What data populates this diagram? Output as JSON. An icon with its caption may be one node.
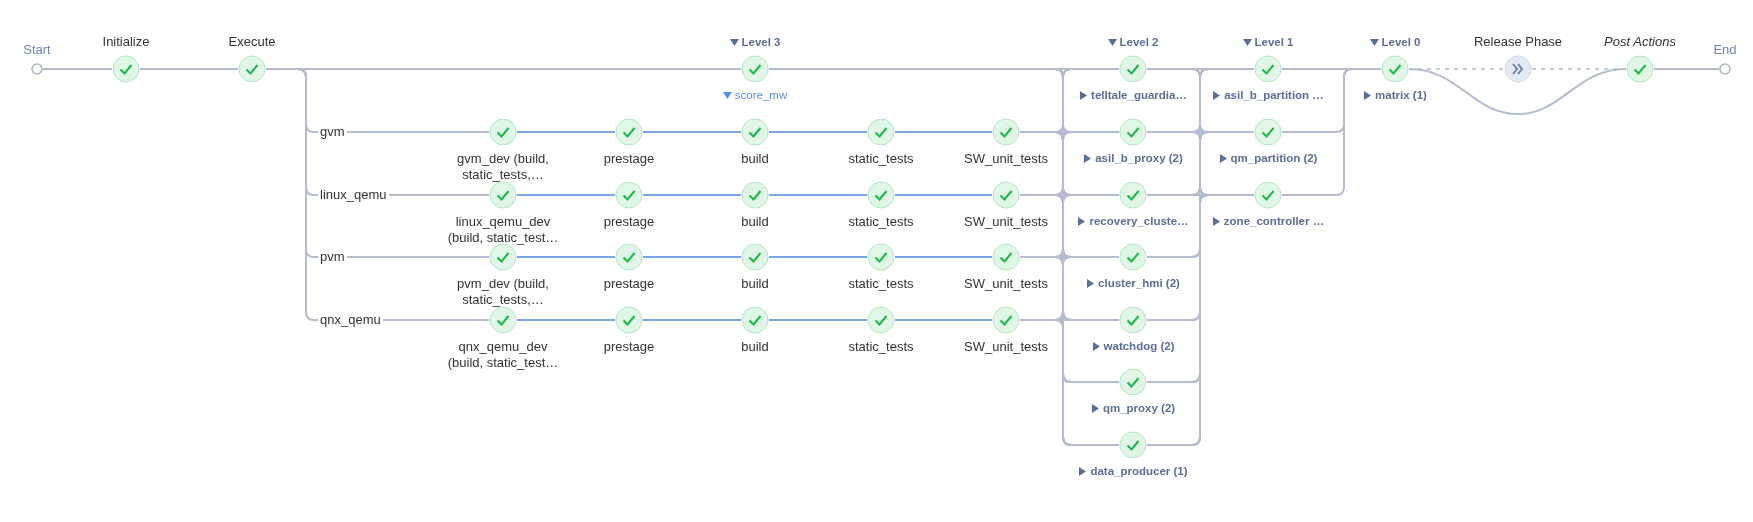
{
  "diagram": {
    "nodes": [
      {
        "text": [
          "Start"
        ]
      },
      {
        "text": [
          "Initialize"
        ]
      },
      {
        "text": [
          "Execute"
        ]
      },
      {
        "text": [
          "Level 3",
          "score_mw"
        ]
      },
      {
        "text": [
          "gvm_dev (build, static_tests,…"
        ]
      },
      {
        "text": [
          "prestage"
        ]
      },
      {
        "text": [
          "build"
        ]
      },
      {
        "text": [
          "static_tests"
        ]
      },
      {
        "text": [
          "SW_unit_tests"
        ]
      },
      {
        "text": [
          "linux_qemu_dev (build, static_test…"
        ]
      },
      {
        "text": [
          "prestage"
        ]
      },
      {
        "text": [
          "build"
        ]
      },
      {
        "text": [
          "static_tests"
        ]
      },
      {
        "text": [
          "SW_unit_tests"
        ]
      },
      {
        "text": [
          "pvm_dev (build, static_tests,…"
        ]
      },
      {
        "text": [
          "prestage"
        ]
      },
      {
        "text": [
          "build"
        ]
      },
      {
        "text": [
          "static_tests"
        ]
      },
      {
        "text": [
          "SW_unit_tests"
        ]
      },
      {
        "text": [
          "qnx_qemu_dev (build, static_test…"
        ]
      },
      {
        "text": [
          "prestage"
        ]
      },
      {
        "text": [
          "build"
        ]
      },
      {
        "text": [
          "static_tests"
        ]
      },
      {
        "text": [
          "SW_unit_tests"
        ]
      },
      {
        "text": [
          "Level 2",
          "telltale_guardia…"
        ]
      },
      {
        "text": [
          "asil_b_proxy (2)"
        ]
      },
      {
        "text": [
          "recovery_cluste…"
        ]
      },
      {
        "text": [
          "cluster_hmi (2)"
        ]
      },
      {
        "text": [
          "watchdog (2)"
        ]
      },
      {
        "text": [
          "qm_proxy (2)"
        ]
      },
      {
        "text": [
          "data_producer (1)"
        ]
      },
      {
        "text": [
          "Level 1",
          "asil_b_partition …"
        ]
      },
      {
        "text": [
          "qm_partition (2)"
        ]
      },
      {
        "text": [
          "zone_controller …"
        ]
      },
      {
        "text": [
          "Level 0",
          "matrix (1)"
        ]
      },
      {
        "text": [
          "Release Phase"
        ]
      },
      {
        "text": [
          "Post Actions"
        ]
      },
      {
        "text": [
          "End"
        ]
      }
    ],
    "edges": [
      {
        "from": 0,
        "to": 1,
        "arrow": "none"
      },
      {
        "from": 1,
        "to": 2,
        "arrow": "none"
      },
      {
        "from": 2,
        "to": 3,
        "arrow": "none"
      },
      {
        "from": 2,
        "to": 4,
        "arrow": "none",
        "label": "gvm"
      },
      {
        "from": 2,
        "to": 9,
        "arrow": "none",
        "label": "linux_qemu"
      },
      {
        "from": 2,
        "to": 14,
        "arrow": "none",
        "label": "pvm"
      },
      {
        "from": 2,
        "to": 19,
        "arrow": "none",
        "label": "qnx_qemu"
      },
      {
        "from": 4,
        "to": 5,
        "arrow": "none",
        "color": "#7da4e4"
      },
      {
        "from": 5,
        "to": 6,
        "arrow": "none",
        "color": "#7da4e4"
      },
      {
        "from": 6,
        "to": 7,
        "arrow": "none",
        "color": "#7da4e4"
      },
      {
        "from": 7,
        "to": 8,
        "arrow": "none",
        "color": "#7da4e4"
      },
      {
        "from": 9,
        "to": 10,
        "arrow": "none",
        "color": "#7da4e4"
      },
      {
        "from": 10,
        "to": 11,
        "arrow": "none",
        "color": "#7da4e4"
      },
      {
        "from": 11,
        "to": 12,
        "arrow": "none",
        "color": "#7da4e4"
      },
      {
        "from": 12,
        "to": 13,
        "arrow": "none",
        "color": "#7da4e4"
      },
      {
        "from": 14,
        "to": 15,
        "arrow": "none",
        "color": "#7da4e4"
      },
      {
        "from": 15,
        "to": 16,
        "arrow": "none",
        "color": "#7da4e4"
      },
      {
        "from": 16,
        "to": 17,
        "arrow": "none",
        "color": "#7da4e4"
      },
      {
        "from": 17,
        "to": 18,
        "arrow": "none",
        "color": "#7da4e4"
      },
      {
        "from": 19,
        "to": 20,
        "arrow": "none",
        "color": "#7da4e4"
      },
      {
        "from": 20,
        "to": 21,
        "arrow": "none",
        "color": "#7da4e4"
      },
      {
        "from": 21,
        "to": 22,
        "arrow": "none",
        "color": "#7da4e4"
      },
      {
        "from": 22,
        "to": 23,
        "arrow": "none",
        "color": "#7da4e4"
      },
      {
        "from": 3,
        "to": 24,
        "arrow": "none"
      },
      {
        "from": 3,
        "to": 25,
        "arrow": "none"
      },
      {
        "from": 3,
        "to": 26,
        "arrow": "none"
      },
      {
        "from": 3,
        "to": 27,
        "arrow": "none"
      },
      {
        "from": 3,
        "to": 28,
        "arrow": "none"
      },
      {
        "from": 3,
        "to": 29,
        "arrow": "none"
      },
      {
        "from": 3,
        "to": 30,
        "arrow": "none"
      },
      {
        "from": 8,
        "to": 24,
        "arrow": "none"
      },
      {
        "from": 8,
        "to": 25,
        "arrow": "none"
      },
      {
        "from": 8,
        "to": 26,
        "arrow": "none"
      },
      {
        "from": 8,
        "to": 27,
        "arrow": "none"
      },
      {
        "from": 8,
        "to": 28,
        "arrow": "none"
      },
      {
        "from": 8,
        "to": 29,
        "arrow": "none"
      },
      {
        "from": 8,
        "to": 30,
        "arrow": "none"
      },
      {
        "from": 13,
        "to": 24,
        "arrow": "none"
      },
      {
        "from": 13,
        "to": 25,
        "arrow": "none"
      },
      {
        "from": 13,
        "to": 26,
        "arrow": "none"
      },
      {
        "from": 13,
        "to": 27,
        "arrow": "none"
      },
      {
        "from": 13,
        "to": 28,
        "arrow": "none"
      },
      {
        "from": 13,
        "to": 29,
        "arrow": "none"
      },
      {
        "from": 13,
        "to": 30,
        "arrow": "none"
      },
      {
        "from": 18,
        "to": 24,
        "arrow": "none"
      },
      {
        "from": 18,
        "to": 25,
        "arrow": "none"
      },
      {
        "from": 18,
        "to": 26,
        "arrow": "none"
      },
      {
        "from": 18,
        "to": 27,
        "arrow": "none"
      },
      {
        "from": 18,
        "to": 28,
        "arrow": "none"
      },
      {
        "from": 18,
        "to": 29,
        "arrow": "none"
      },
      {
        "from": 18,
        "to": 30,
        "arrow": "none"
      },
      {
        "from": 23,
        "to": 24,
        "arrow": "none"
      },
      {
        "from": 23,
        "to": 25,
        "arrow": "none"
      },
      {
        "from": 23,
        "to": 26,
        "arrow": "none"
      },
      {
        "from": 23,
        "to": 27,
        "arrow": "none"
      },
      {
        "from": 23,
        "to": 28,
        "arrow": "none"
      },
      {
        "from": 23,
        "to": 29,
        "arrow": "none"
      },
      {
        "from": 23,
        "to": 30,
        "arrow": "none"
      },
      {
        "from": 24,
        "to": 31,
        "arrow": "none"
      },
      {
        "from": 24,
        "to": 32,
        "arrow": "none"
      },
      {
        "from": 24,
        "to": 33,
        "arrow": "none"
      },
      {
        "from": 25,
        "to": 31,
        "arrow": "none"
      },
      {
        "from": 25,
        "to": 32,
        "arrow": "none"
      },
      {
        "from": 25,
        "to": 33,
        "arrow": "none"
      },
      {
        "from": 26,
        "to": 31,
        "arrow": "none"
      },
      {
        "from": 26,
        "to": 32,
        "arrow": "none"
      },
      {
        "from": 26,
        "to": 33,
        "arrow": "none"
      },
      {
        "from": 27,
        "to": 31,
        "arrow": "none"
      },
      {
        "from": 27,
        "to": 32,
        "arrow": "none"
      },
      {
        "from": 27,
        "to": 33,
        "arrow": "none"
      },
      {
        "from": 28,
        "to": 31,
        "arrow": "none"
      },
      {
        "from": 28,
        "to": 32,
        "arrow": "none"
      },
      {
        "from": 28,
        "to": 33,
        "arrow": "none"
      },
      {
        "from": 29,
        "to": 31,
        "arrow": "none"
      },
      {
        "from": 29,
        "to": 32,
        "arrow": "none"
      },
      {
        "from": 29,
        "to": 33,
        "arrow": "none"
      },
      {
        "from": 30,
        "to": 31,
        "arrow": "none"
      },
      {
        "from": 30,
        "to": 32,
        "arrow": "none"
      },
      {
        "from": 30,
        "to": 33,
        "arrow": "none"
      },
      {
        "from": 31,
        "to": 34,
        "arrow": "none"
      },
      {
        "from": 32,
        "to": 34,
        "arrow": "none"
      },
      {
        "from": 33,
        "to": 34,
        "arrow": "none"
      },
      {
        "from": 34,
        "to": 35,
        "arrow": "none",
        "style": "dashed"
      },
      {
        "from": 35,
        "to": 36,
        "arrow": "none",
        "style": "dashed"
      },
      {
        "from": 34,
        "to": 36,
        "arrow": "none"
      },
      {
        "from": 36,
        "to": 37,
        "arrow": "none"
      }
    ]
  }
}
